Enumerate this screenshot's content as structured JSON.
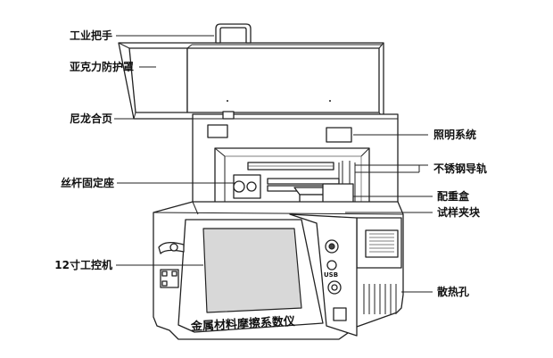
{
  "labels": {
    "industrial_handle": "工业把手",
    "acrylic_shield": "亚克力防护罩",
    "nylon_hinge": "尼龙合页",
    "lighting_system": "照明系统",
    "stainless_rail": "不锈钢导轨",
    "lead_screw_mount": "丝杆固定座",
    "counterweight_box": "配重盒",
    "sample_clamp": "试样夹块",
    "control_screen": "12寸工控机",
    "cooling_vents": "散热孔"
  },
  "machine_name": "金属材料摩擦系数仪",
  "port_label": "USB",
  "colors": {
    "line": "#222222",
    "screen": "#d8d8d8",
    "text": "#111111"
  }
}
